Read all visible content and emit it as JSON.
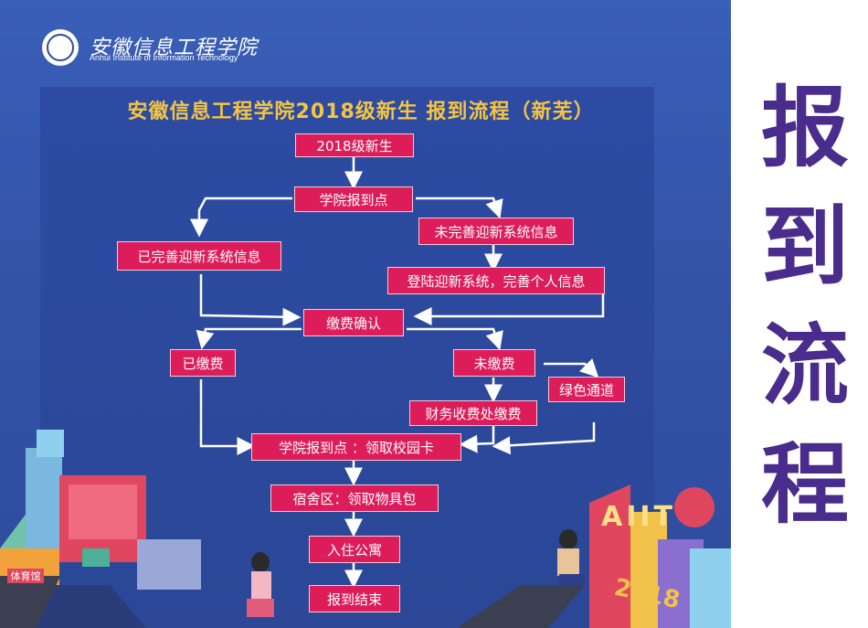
{
  "header": {
    "logo_text": "安徽信息工程学院",
    "logo_subtitle": "Anhui Institute of Information  Technology"
  },
  "flowchart": {
    "title": "安徽信息工程学院2018级新生 报到流程（新芜）",
    "steps": {
      "new_students": "2018级新生",
      "college_checkin": "学院报到点",
      "info_complete": "已完善迎新系统信息",
      "info_incomplete": "未完善迎新系统信息",
      "login_system": "登陆迎新系统，完善个人信息",
      "payment_confirm": "缴费确认",
      "paid": "已缴费",
      "unpaid": "未缴费",
      "green_channel": "绿色通道",
      "finance_payment": "财务收费处缴费",
      "get_campus_card": "学院报到点 ：领取校园卡",
      "dorm_supplies": "宿舍区：领取物具包",
      "move_in": "入住公寓",
      "finish": "报到结束"
    }
  },
  "side_title": [
    "报",
    "到",
    "流",
    "程"
  ],
  "decor": {
    "sign_gym": "体育馆",
    "year_label": "2018",
    "letters": "AIIT"
  },
  "colors": {
    "poster_bg": "#3353a8",
    "box_fill": "#dd1d5a",
    "title_color": "#f5c542",
    "side_title_color": "#4a2c8c"
  }
}
